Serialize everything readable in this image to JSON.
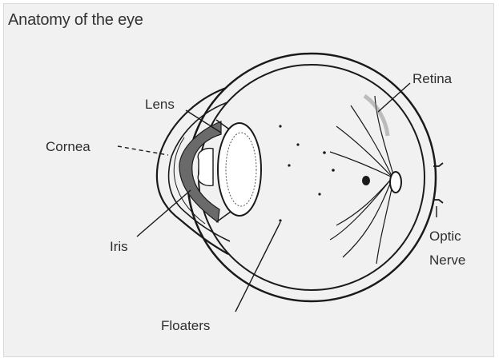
{
  "title": "Anatomy of the eye",
  "labels": {
    "retina": "Retina",
    "lens": "Lens",
    "cornea": "Cornea",
    "iris": "Iris",
    "optic_nerve_line1": "Optic",
    "optic_nerve_line2": "Nerve",
    "floaters": "Floaters"
  },
  "colors": {
    "background": "#f1f1f1",
    "ink": "#1a1a1a",
    "iris_fill": "#6a6a6a"
  }
}
